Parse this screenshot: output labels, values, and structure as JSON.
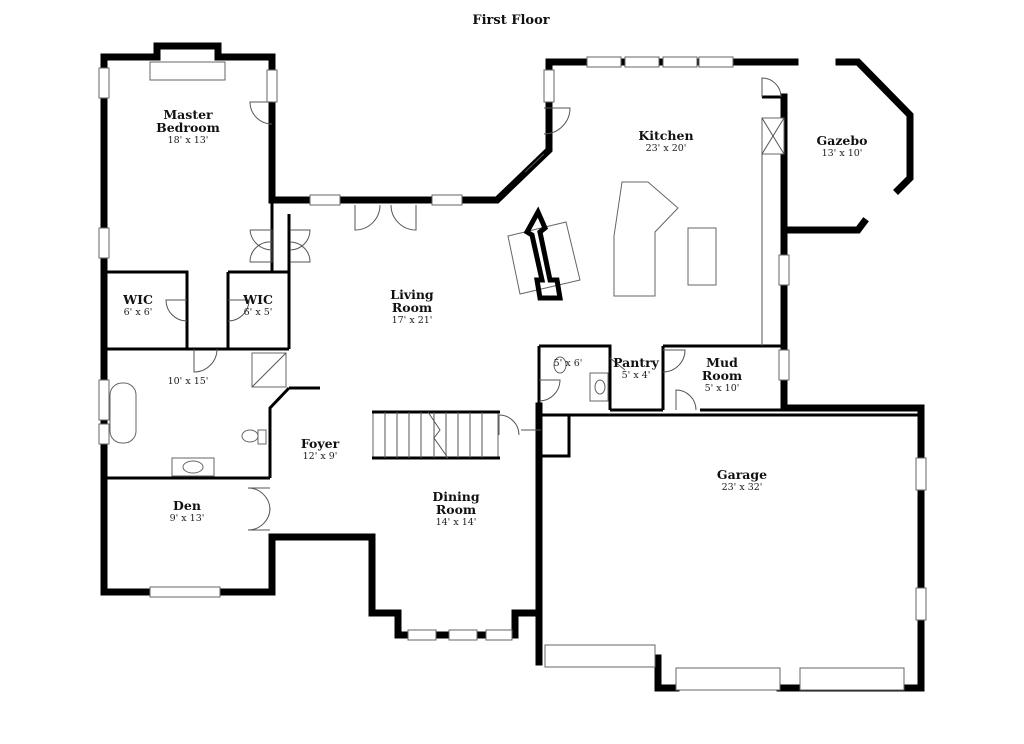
{
  "title": "First Floor",
  "rooms": {
    "master_bedroom": {
      "name_line1": "Master",
      "name_line2": "Bedroom",
      "dims": "18' x 13'"
    },
    "kitchen": {
      "name": "Kitchen",
      "dims": "23' x 20'"
    },
    "gazebo": {
      "name": "Gazebo",
      "dims": "13' x 10'"
    },
    "wic_left": {
      "name": "WIC",
      "dims": "6' x 6'"
    },
    "wic_right": {
      "name": "WIC",
      "dims": "6' x 5'"
    },
    "living_room": {
      "name_line1": "Living",
      "name_line2": "Room",
      "dims": "17' x 21'"
    },
    "bath": {
      "dims": "10' x 15'"
    },
    "half_bath": {
      "dims": "5' x 6'"
    },
    "pantry": {
      "name": "Pantry",
      "dims": "5' x 4'"
    },
    "mud_room": {
      "name_line1": "Mud",
      "name_line2": "Room",
      "dims": "5' x 10'"
    },
    "foyer": {
      "name": "Foyer",
      "dims": "12' x 9'"
    },
    "garage": {
      "name": "Garage",
      "dims": "23' x 32'"
    },
    "den": {
      "name": "Den",
      "dims": "9' x 13'"
    },
    "dining_room": {
      "name_line1": "Dining",
      "name_line2": "Room",
      "dims": "14' x 14'"
    }
  }
}
